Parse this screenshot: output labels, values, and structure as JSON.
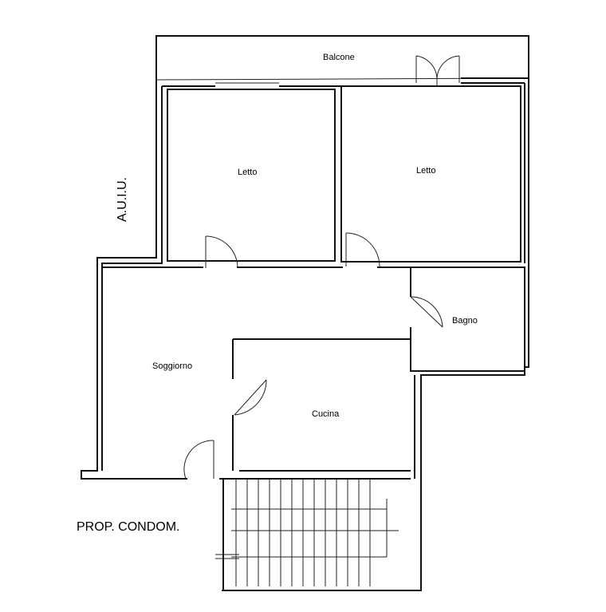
{
  "rooms": {
    "balcone": "Balcone",
    "letto_left": "Letto",
    "letto_right": "Letto",
    "bagno": "Bagno",
    "soggiorno": "Soggiorno",
    "cucina": "Cucina"
  },
  "labels": {
    "auiu": "A.U.I.U.",
    "prop_condom": "PROP. CONDOM."
  }
}
